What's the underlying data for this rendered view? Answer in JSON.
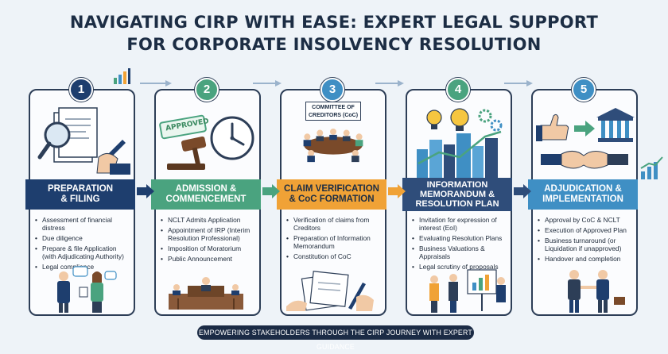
{
  "title": {
    "line1": "NAVIGATING CIRP WITH EASE: EXPERT LEGAL SUPPORT",
    "line2": "FOR CORPORATE INSOLVENCY RESOLUTION"
  },
  "steps": [
    {
      "number": "1",
      "heading": [
        "PREPARATION",
        "& FILING"
      ],
      "color": "#1e3e6e",
      "items": [
        "Assessment of financial distress",
        "Due diligence",
        "Prepare & file Application (with Adjudicating Authority)",
        "Legal compliance"
      ]
    },
    {
      "number": "2",
      "heading": [
        "ADMISSION &",
        "COMMENCEMENT"
      ],
      "color": "#4aa37f",
      "stamp": "APPROVED",
      "items": [
        "NCLT Admits Application",
        "Appointment of IRP (Interim Resolution Professional)",
        "Imposition of Moratorium",
        "Public Announcement"
      ]
    },
    {
      "number": "3",
      "heading": [
        "CLAIM VERIFICATION",
        "& CoC FORMATION"
      ],
      "color": "#f0a236",
      "sign": [
        "COMMITTEE OF",
        "CREDITORS (CoC)"
      ],
      "items": [
        "Verification of claims from Creditors",
        "Preparation of Information Memorandum",
        "Constitution of CoC"
      ]
    },
    {
      "number": "4",
      "heading": [
        "INFORMATION",
        "MEMORANDUM &",
        "RESOLUTION PLAN"
      ],
      "color": "#2f4d7a",
      "items": [
        "Invitation for expression of interest (EoI)",
        "Evaluating Resolution Plans",
        "Business Valuations & Appraisals",
        "Legal scrutiny of proposals"
      ]
    },
    {
      "number": "5",
      "heading": [
        "ADJUDICATION &",
        "IMPLEMENTATION"
      ],
      "color": "#3f8fc4",
      "items": [
        "Approval by CoC & NCLT",
        "Execution of Approved Plan",
        "Business turnaround (or Liquidation if unapproved)",
        "Handover and completion"
      ]
    }
  ],
  "footer": "EMPOWERING STAKEHOLDERS THROUGH THE CIRP JOURNEY WITH EXPERT GUIDANCE",
  "colors": {
    "navy": "#1c2d44",
    "background": "#eef3f8",
    "green": "#4aa37f",
    "orange": "#f0a236",
    "blue": "#3f8fc4"
  }
}
